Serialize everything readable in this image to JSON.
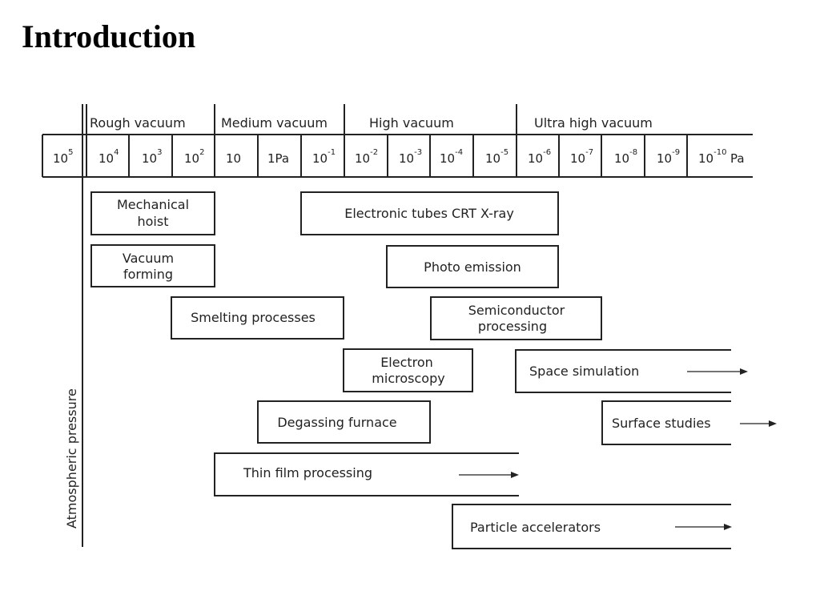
{
  "title": "Introduction",
  "y_axis_label": "Atmospheric pressure",
  "ranges": [
    "Rough vacuum",
    "Medium vacuum",
    "High vacuum",
    "Ultra high vacuum"
  ],
  "ticks": [
    {
      "base": "10",
      "exp": "5"
    },
    {
      "base": "10",
      "exp": "4"
    },
    {
      "base": "10",
      "exp": "3"
    },
    {
      "base": "10",
      "exp": "2"
    },
    {
      "base": "10",
      "exp": ""
    },
    {
      "base": "1Pa",
      "exp": ""
    },
    {
      "base": "10",
      "exp": "-1"
    },
    {
      "base": "10",
      "exp": "-2"
    },
    {
      "base": "10",
      "exp": "-3"
    },
    {
      "base": "10",
      "exp": "-4"
    },
    {
      "base": "10",
      "exp": "-5"
    },
    {
      "base": "10",
      "exp": "-6"
    },
    {
      "base": "10",
      "exp": "-7"
    },
    {
      "base": "10",
      "exp": "-8"
    },
    {
      "base": "10",
      "exp": "-9"
    },
    {
      "base": "10",
      "exp": "-10"
    }
  ],
  "unit": "Pa",
  "applications": [
    {
      "lines": [
        "Mechanical",
        "hoist"
      ]
    },
    {
      "lines": [
        "Electronic tubes CRT X-ray"
      ]
    },
    {
      "lines": [
        "Vacuum",
        "forming"
      ]
    },
    {
      "lines": [
        "Photo emission"
      ]
    },
    {
      "lines": [
        "Smelting processes"
      ]
    },
    {
      "lines": [
        "Semiconductor",
        "processing"
      ]
    },
    {
      "lines": [
        "Electron",
        "microscopy"
      ]
    },
    {
      "lines": [
        "Space simulation"
      ]
    },
    {
      "lines": [
        "Degassing furnace"
      ]
    },
    {
      "lines": [
        "Surface studies"
      ]
    },
    {
      "lines": [
        "Thin film processing"
      ]
    },
    {
      "lines": [
        "Particle accelerators"
      ]
    }
  ]
}
